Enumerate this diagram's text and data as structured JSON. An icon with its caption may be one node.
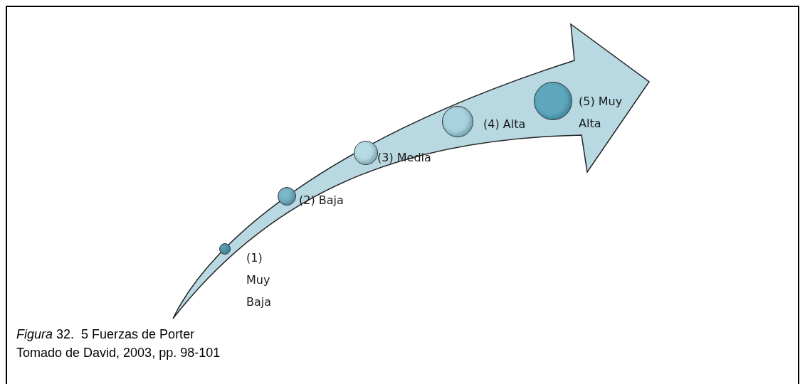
{
  "diagram": {
    "caption": "*Figura* 32.  5 Fuerzas de Porter",
    "nodes": [
      {
        "text": [],
        "shape": "circle",
        "beside": [
          "(1) Muy Baja"
        ]
      },
      {
        "text": [],
        "shape": "circle",
        "beside": [
          "(2) Baja"
        ]
      },
      {
        "text": [],
        "shape": "circle",
        "beside": [
          "(3) Media"
        ]
      },
      {
        "text": [],
        "shape": "circle",
        "beside": [
          "(4) Alta"
        ]
      },
      {
        "text": [],
        "shape": "circle",
        "beside": [
          "(5) Muy Alta"
        ]
      }
    ],
    "labels": [
      "Tomado de David, 2003, pp. 98-101"
    ]
  }
}
